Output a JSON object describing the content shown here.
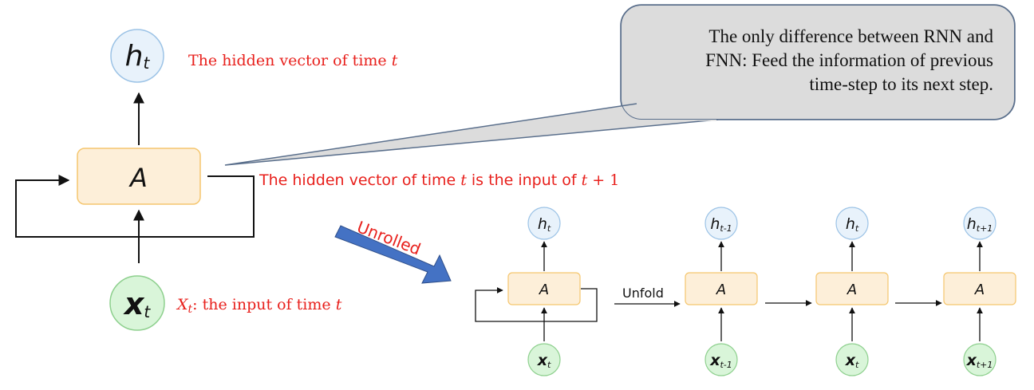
{
  "callout": {
    "lines": [
      "The only difference between RNN and",
      "FNN: Feed the information of previous",
      "time-step to its next step."
    ]
  },
  "annotations": {
    "hidden_pre": "The hidden vector of time ",
    "hidden_t": "t",
    "recur_pre": "The hidden vector of time ",
    "recur_t": "t",
    "recur_mid": " is the input of ",
    "recur_t2": "t",
    "recur_post": " + 1",
    "input_X": "X",
    "input_sub": "t",
    "input_mid": ": the input of time ",
    "input_t": "t"
  },
  "left_cell": {
    "h_main": "h",
    "h_sub": "t",
    "a_label": "A",
    "x_main": "x",
    "x_sub": "t"
  },
  "unrolled_label": "Unrolled",
  "unfold_label": "Unfold",
  "steps": [
    {
      "h_main": "h",
      "h_sub": "t",
      "a_label": "A",
      "x_main": "x",
      "x_sub": "t"
    },
    {
      "h_main": "h",
      "h_sub": "t-1",
      "a_label": "A",
      "x_main": "x",
      "x_sub": "t-1"
    },
    {
      "h_main": "h",
      "h_sub": "t",
      "a_label": "A",
      "x_main": "x",
      "x_sub": "t"
    },
    {
      "h_main": "h",
      "h_sub": "t+1",
      "a_label": "A",
      "x_main": "x",
      "x_sub": "t+1"
    }
  ],
  "colors": {
    "cell_fill": "#fdefd9",
    "cell_stroke": "#f5c66e",
    "h_fill": "#e8f2fb",
    "h_stroke": "#9cc3e6",
    "x_fill": "#d9f5d9",
    "x_stroke": "#8ed08e",
    "annotation": "#e8201c",
    "unrolled_arrow": "#4472c4",
    "callout_fill": "#dcdcdc",
    "callout_stroke": "#5a6f8c"
  }
}
